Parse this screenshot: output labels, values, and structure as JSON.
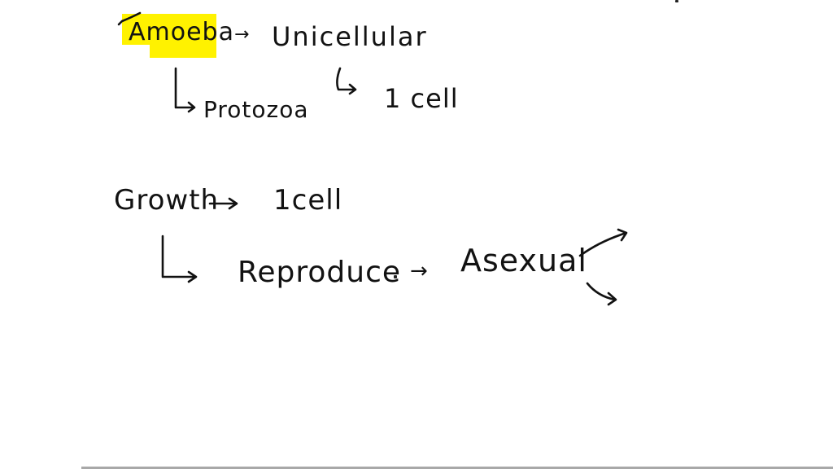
{
  "whiteboard": {
    "background": "#ffffff",
    "ink_color": "#121212",
    "highlight_color": "#fff200",
    "notes": {
      "amoeba": "Amoeba",
      "arrow_1": "→",
      "unicellular": "Unicellular",
      "protozoa": "Protozoa",
      "one_cell_a": "1  cell",
      "growth": "Growth",
      "one_cell_b": "1cell",
      "reproduce": "Reproduce",
      "arrow_2": "→",
      "asexual": "Asexual"
    }
  }
}
